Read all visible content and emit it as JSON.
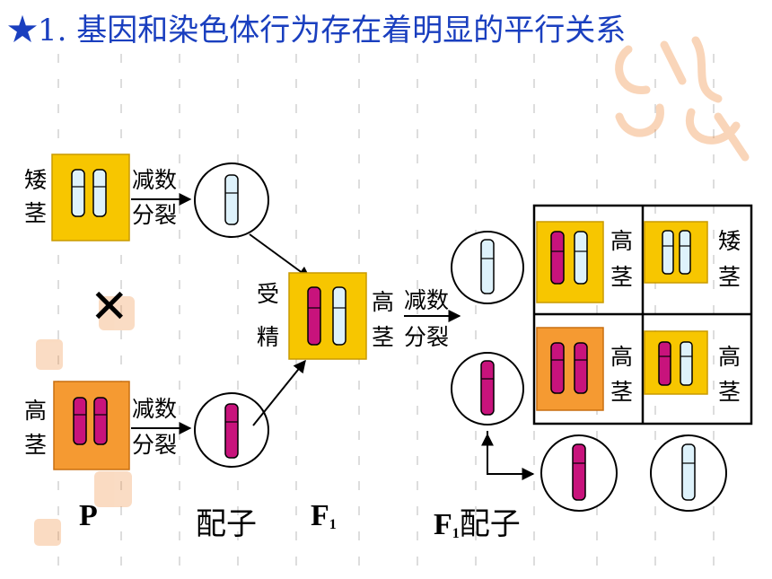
{
  "title": "★1. 基因和染色体行为存在着明显的平行关系",
  "parent_dwarf_label": [
    "矮",
    "茎"
  ],
  "parent_tall_label": [
    "高",
    "茎"
  ],
  "meiosis_label": [
    "减数",
    "分裂"
  ],
  "fertilization_label": [
    "受",
    "精"
  ],
  "f1_tall_label": [
    "高",
    "茎"
  ],
  "cross_symbol": "✕",
  "punnett": [
    {
      "label": [
        "高",
        "茎"
      ]
    },
    {
      "label": [
        "矮",
        "茎"
      ]
    },
    {
      "label": [
        "高",
        "茎"
      ]
    },
    {
      "label": [
        "高",
        "茎"
      ]
    }
  ],
  "bottom": {
    "p": "P",
    "gamete": "配子",
    "f1": "F",
    "f1_sub": "1",
    "f1_gamete_prefix": "F",
    "f1_gamete_sub": "1",
    "f1_gamete_suffix": "配子"
  },
  "colors": {
    "title": "#1a3fbf",
    "yellow_box": "#f7c600",
    "orange_box": "#f59a32",
    "magenta": "#c8137c",
    "light_blue": "#def2fb"
  }
}
